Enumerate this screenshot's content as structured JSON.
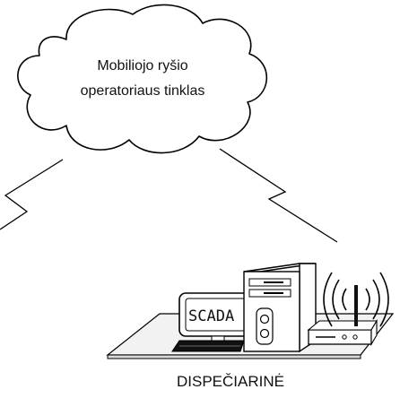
{
  "cloud": {
    "line1": "Mobiliojo ryšio",
    "line2": "operatoriaus tinklas"
  },
  "screen_text": "SCADA",
  "site_label": "DISPEČIARINĖ",
  "colors": {
    "stroke": "#000000",
    "background": "#ffffff",
    "fill_light": "#f2f2f2",
    "fill_dark": "#111111"
  }
}
